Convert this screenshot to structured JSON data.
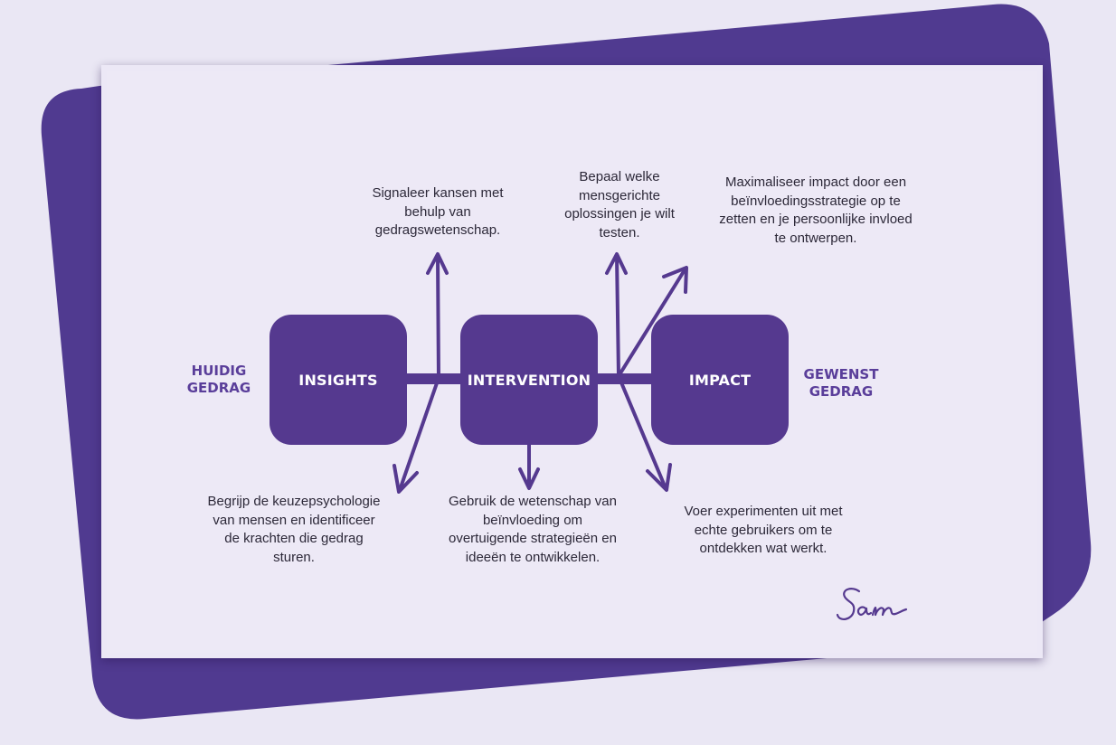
{
  "diagram": {
    "stages": [
      {
        "label": "INSIGHTS"
      },
      {
        "label": "INTERVENTION"
      },
      {
        "label": "IMPACT"
      }
    ],
    "start_label": [
      "HUIDIG",
      "GEDRAG"
    ],
    "end_label": [
      "GEWENST",
      "GEDRAG"
    ],
    "notes": {
      "insights_top": [
        "Signaleer kansen met",
        "behulp van",
        "gedragswetenschap."
      ],
      "insights_bottom": [
        "Begrijp de keuzepsychologie",
        "van mensen en identificeer",
        "de krachten die gedrag",
        "sturen."
      ],
      "intervention_top": [
        "Bepaal welke",
        "mensgerichte",
        "oplossingen je wilt",
        "testen."
      ],
      "intervention_bottom": [
        "Gebruik de wetenschap van",
        "beïnvloeding om",
        "overtuigende strategieën en",
        "ideeën te ontwikkelen."
      ],
      "impact_top": [
        "Maximaliseer impact door een",
        "beïnvloedingsstrategie op te",
        "zetten en je persoonlijke invloed",
        "te ontwerpen."
      ],
      "impact_bottom": [
        "Voer experimenten uit met",
        "echte gebruikers om te",
        "ontdekken wat werkt."
      ]
    },
    "signature": "Sam"
  },
  "colors": {
    "accent": "#55398f",
    "backdrop_shape": "#503a90",
    "page_background": "#eae7f4",
    "card_background": "#ede9f6",
    "text": "#2c2838"
  },
  "icons": [
    "arrow-up-icon",
    "arrow-down-icon",
    "arrow-diagonal-icon",
    "signature-logo"
  ]
}
